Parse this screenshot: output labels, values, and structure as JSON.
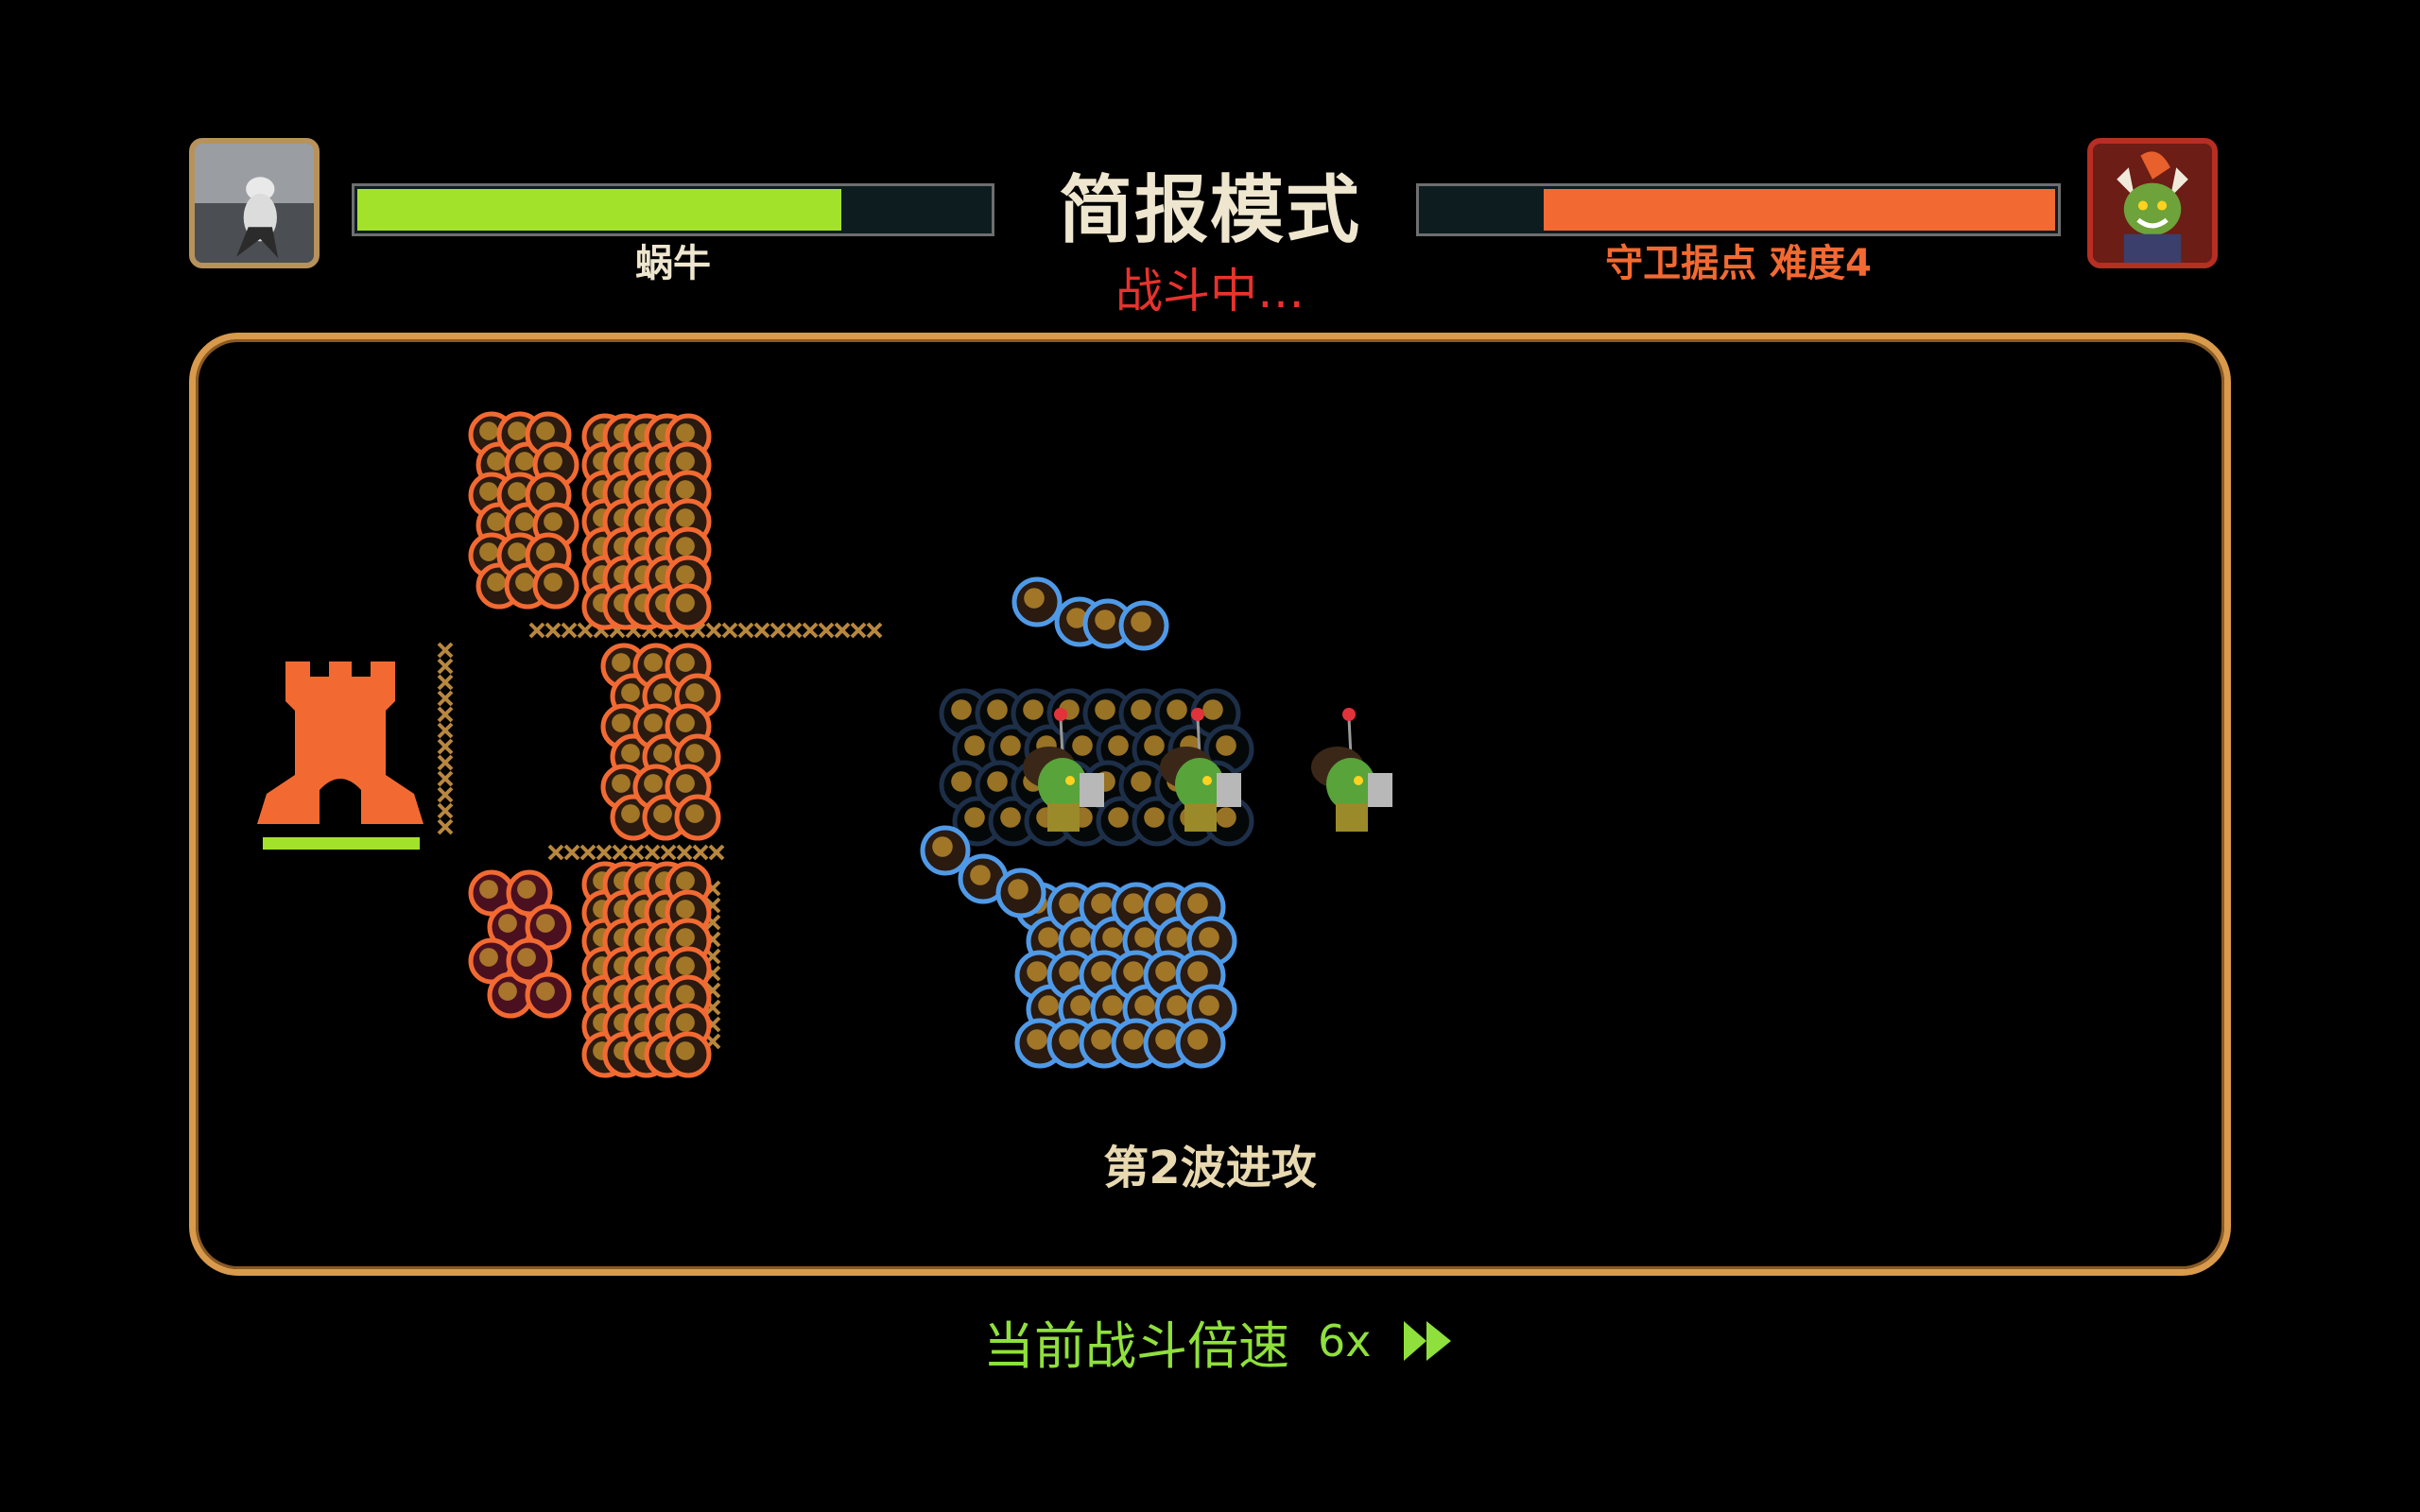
{
  "title": "简报模式",
  "status": "战斗中…",
  "player": {
    "name": "蜗牛",
    "hp_fraction": 0.76,
    "bar_color": "#a3e22a"
  },
  "enemy": {
    "name": "守卫据点 难度4",
    "hp_fraction": 0.8,
    "bar_color": "#f26a32"
  },
  "board": {
    "wave_label": "第2波进攻",
    "frame_color": "#d99a4c",
    "tower_icon": "castle-tower-icon",
    "tower_hp_fraction": 1.0,
    "tower_color": "#f26a32",
    "player_unit_color": "#f26a32",
    "enemy_unit_color": "#4f9ae8"
  },
  "speed": {
    "label": "当前战斗倍速",
    "value": "6x",
    "icon": "fast-forward-icon",
    "color": "#8fe03c"
  }
}
